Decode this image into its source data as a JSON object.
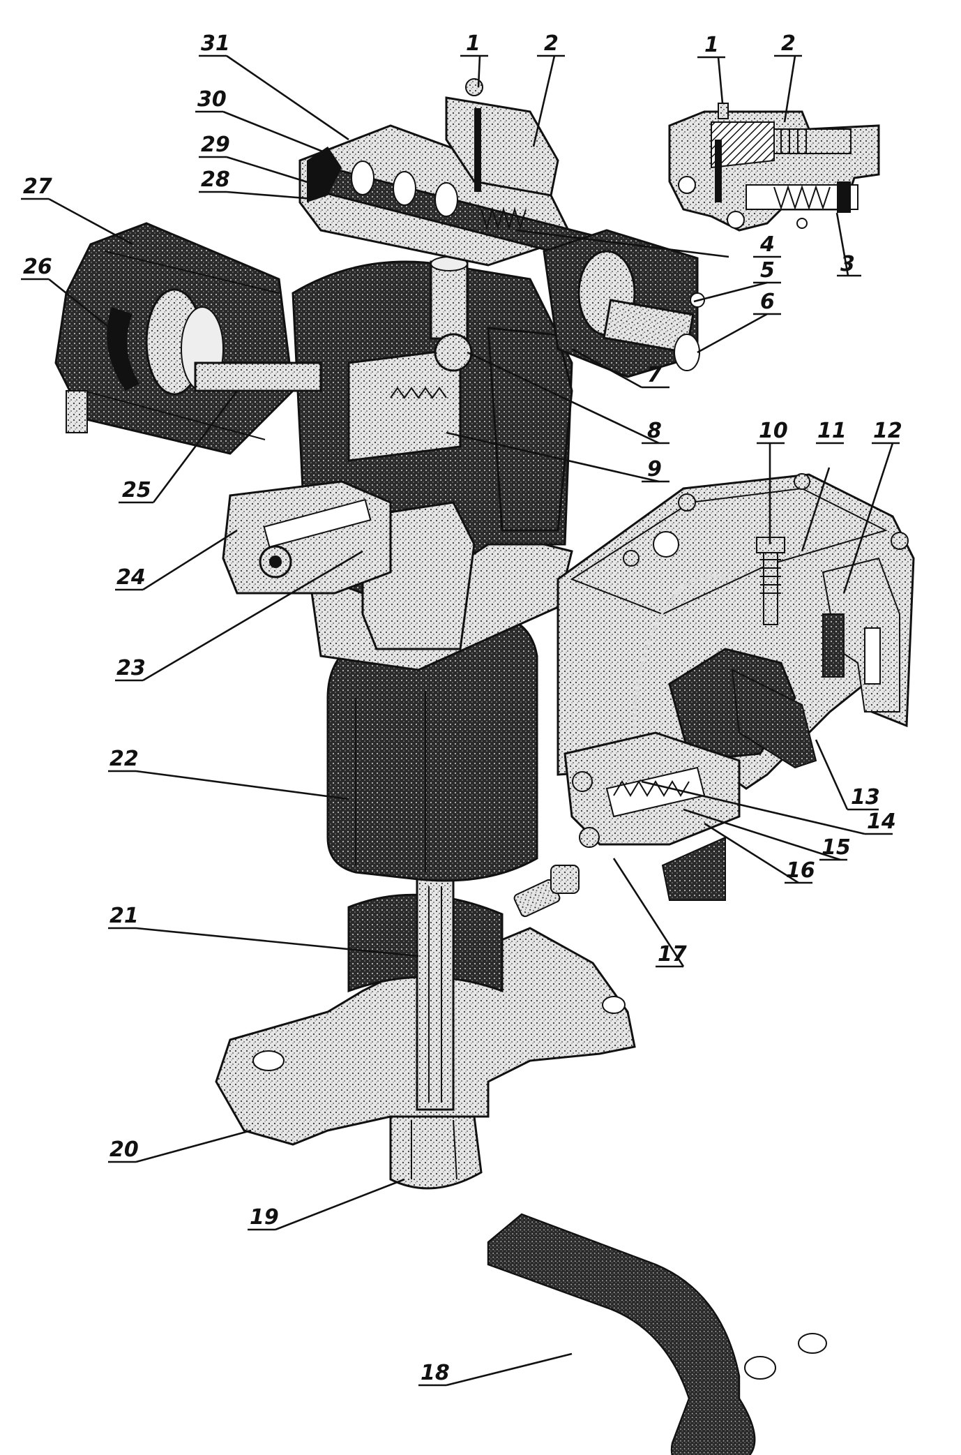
{
  "figure": {
    "colors": {
      "ink": "#111111",
      "dark_metal": "#1b1b1b",
      "stipple": "#d9d9d9",
      "background": "#ffffff"
    },
    "callouts": {
      "c1": "1",
      "c2": "2",
      "c3": "3",
      "c4": "4",
      "c5": "5",
      "c6": "6",
      "c7": "7",
      "c8": "8",
      "c9": "9",
      "c10": "10",
      "c11": "11",
      "c12": "12",
      "c13": "13",
      "c14": "14",
      "c15": "15",
      "c16": "16",
      "c17": "17",
      "c18": "18",
      "c19": "19",
      "c20": "20",
      "c21": "21",
      "c22": "22",
      "c23": "23",
      "c24": "24",
      "c25": "25",
      "c26": "26",
      "c27": "27",
      "c28": "28",
      "c29": "29",
      "c30": "30",
      "c31": "31",
      "inset_c1": "1",
      "inset_c2": "2",
      "inset_c3": "3"
    }
  }
}
